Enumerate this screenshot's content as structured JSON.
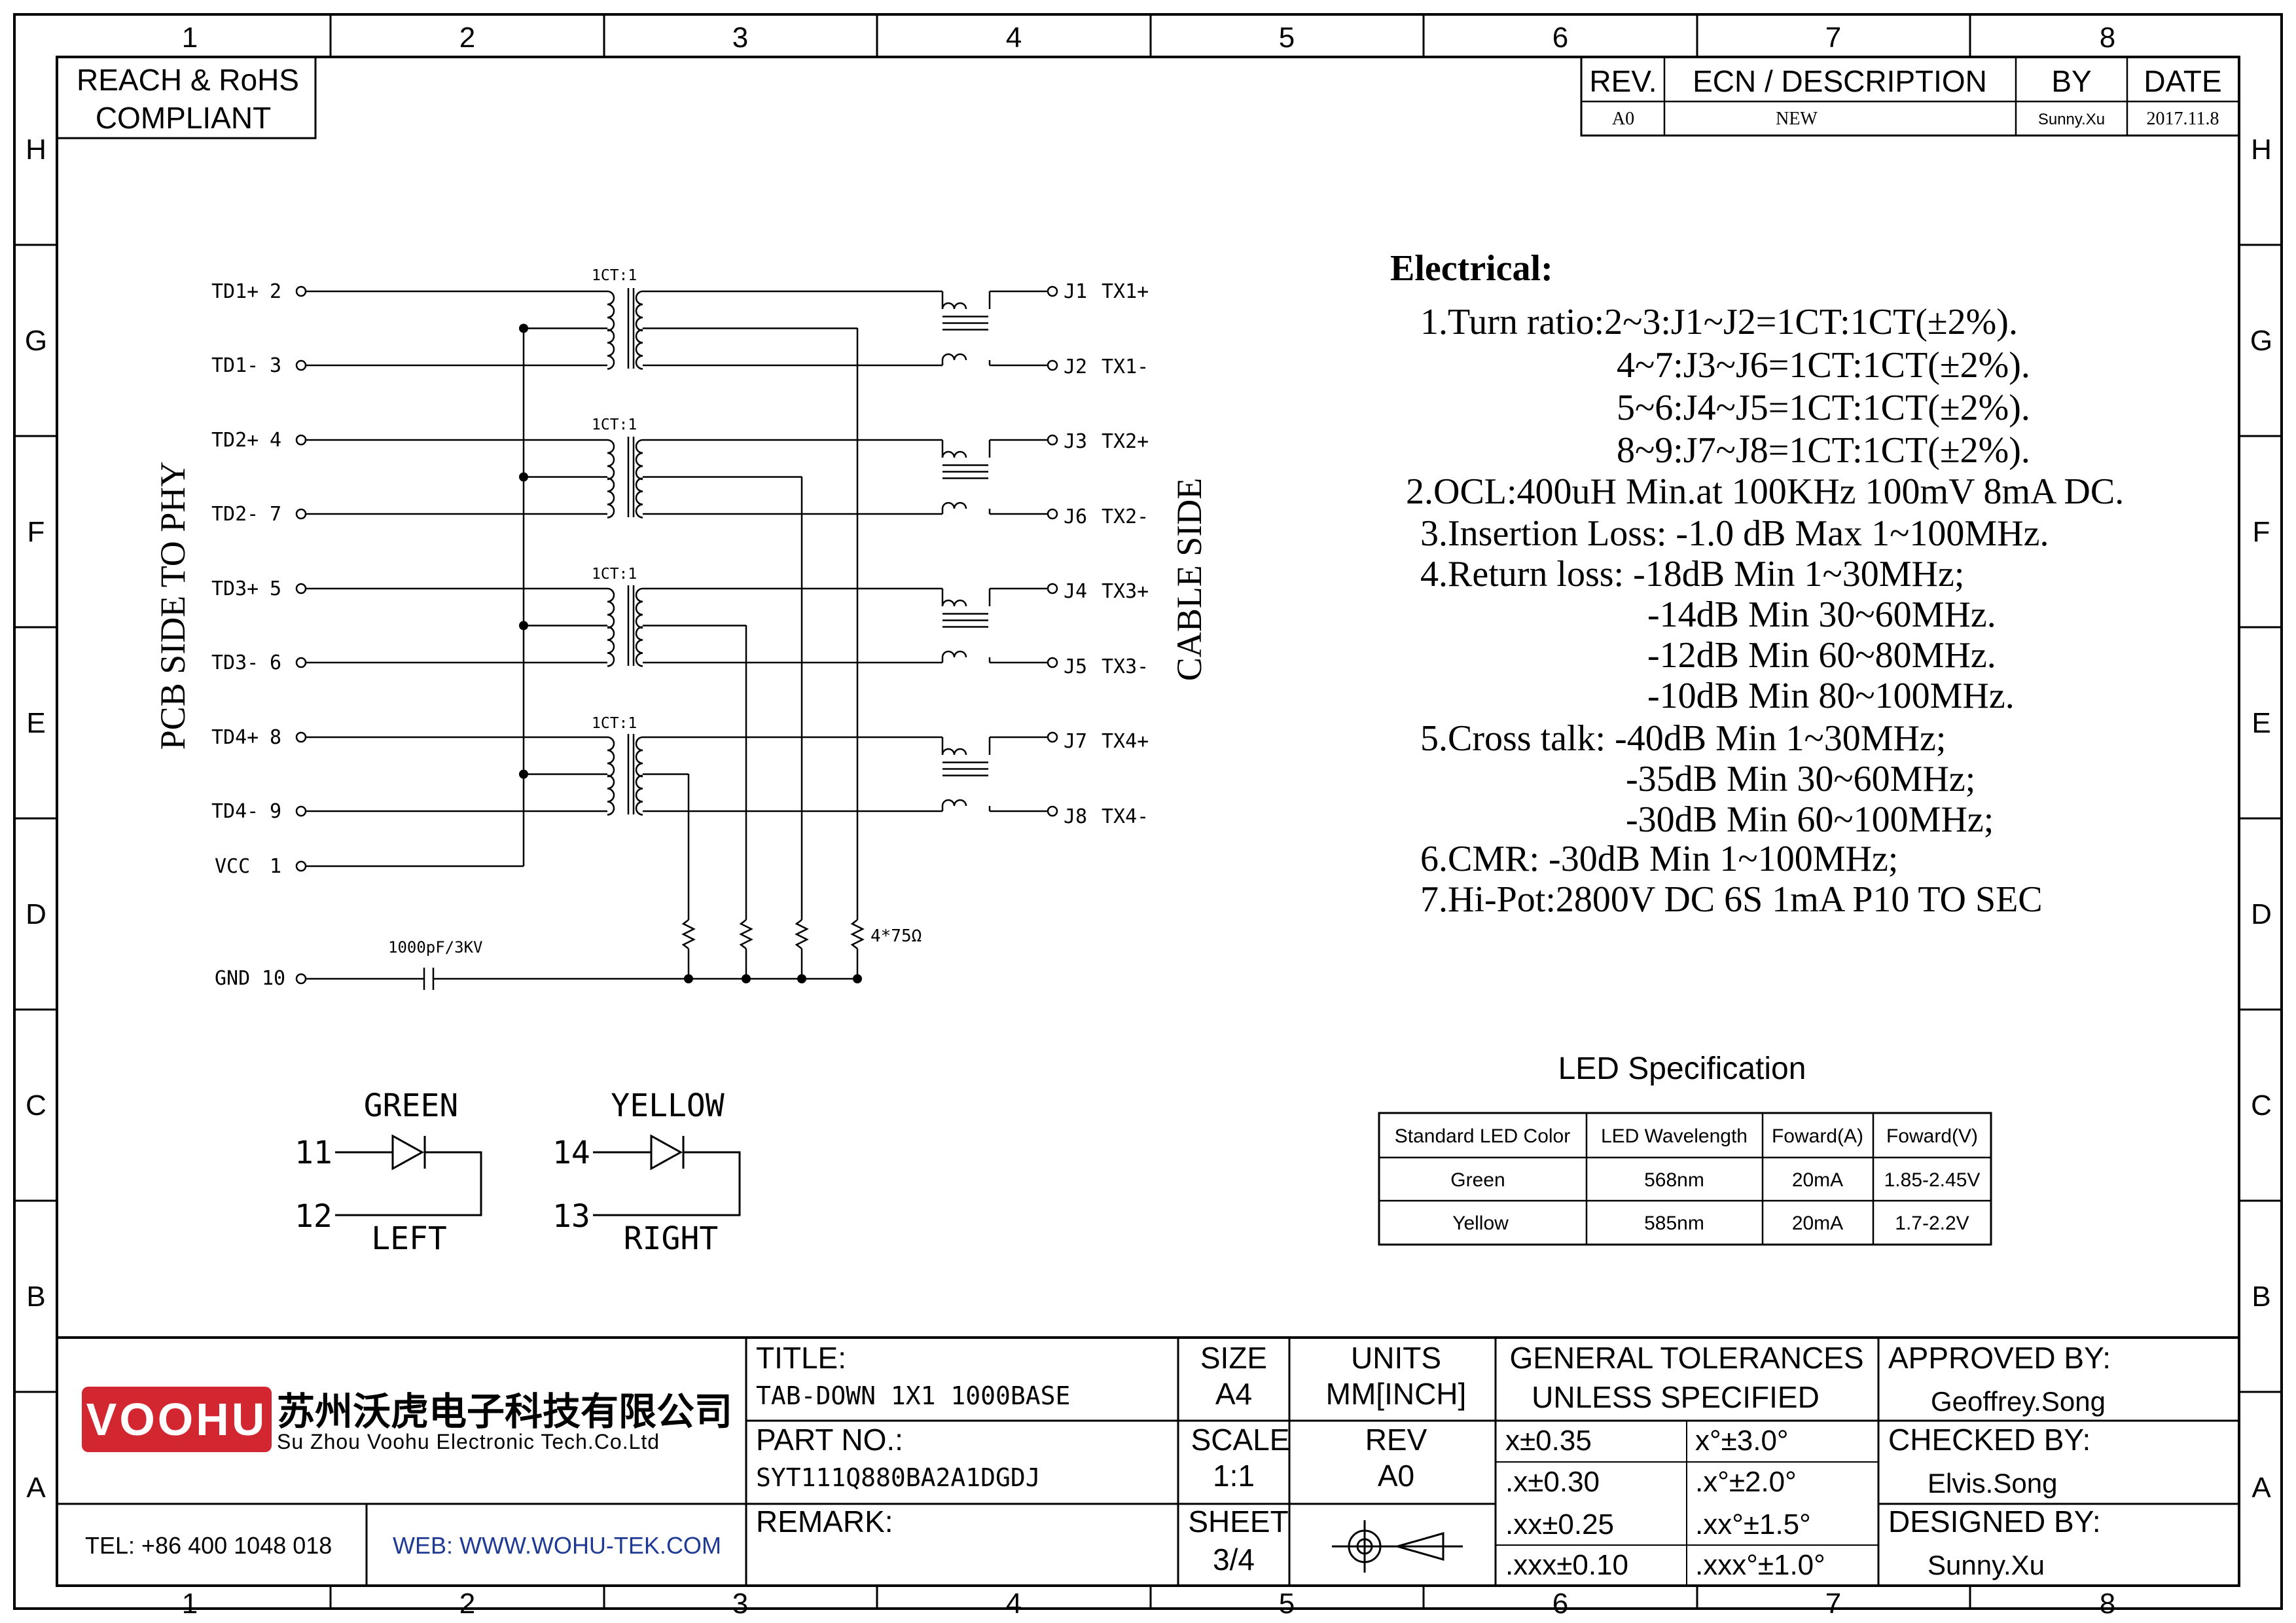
{
  "compliance": {
    "line1": "REACH & RoHS",
    "line2": "COMPLIANT"
  },
  "grid": {
    "columns": [
      "1",
      "2",
      "3",
      "4",
      "5",
      "6",
      "7",
      "8"
    ],
    "rows": [
      "H",
      "G",
      "F",
      "E",
      "D",
      "C",
      "B",
      "A"
    ]
  },
  "revision": {
    "headers": {
      "rev": "REV.",
      "desc": "ECN / DESCRIPTION",
      "by": "BY",
      "date": "DATE"
    },
    "row": {
      "rev": "A0",
      "desc": "NEW",
      "by": "Sunny.Xu",
      "date": "2017.11.8"
    }
  },
  "schematic": {
    "left_label": "PCB SIDE TO PHY",
    "right_label": "CABLE SIDE",
    "ct_label": "1CT:1",
    "left_pins": [
      {
        "name": "TD1+",
        "num": "2"
      },
      {
        "name": "TD1-",
        "num": "3"
      },
      {
        "name": "TD2+",
        "num": "4"
      },
      {
        "name": "TD2-",
        "num": "7"
      },
      {
        "name": "TD3+",
        "num": "5"
      },
      {
        "name": "TD3-",
        "num": "6"
      },
      {
        "name": "TD4+",
        "num": "8"
      },
      {
        "name": "TD4-",
        "num": "9"
      },
      {
        "name": "VCC",
        "num": "1"
      },
      {
        "name": "GND",
        "num": "10"
      }
    ],
    "right_pins": [
      {
        "pin": "J1",
        "name": "TX1+"
      },
      {
        "pin": "J2",
        "name": "TX1-"
      },
      {
        "pin": "J3",
        "name": "TX2+"
      },
      {
        "pin": "J6",
        "name": "TX2-"
      },
      {
        "pin": "J4",
        "name": "TX3+"
      },
      {
        "pin": "J5",
        "name": "TX3-"
      },
      {
        "pin": "J7",
        "name": "TX4+"
      },
      {
        "pin": "J8",
        "name": "TX4-"
      }
    ],
    "capacitor": "1000pF/3KV",
    "resistors": "4*75Ω"
  },
  "leds": {
    "green": {
      "title": "GREEN",
      "pin_a": "11",
      "pin_b": "12",
      "side": "LEFT"
    },
    "yellow": {
      "title": "YELLOW",
      "pin_a": "14",
      "pin_b": "13",
      "side": "RIGHT"
    }
  },
  "electrical": {
    "title": "Electrical:",
    "lines": [
      "1.Turn ratio:2~3:J1~J2=1CT:1CT(±2%).",
      "4~7:J3~J6=1CT:1CT(±2%).",
      "5~6:J4~J5=1CT:1CT(±2%).",
      "8~9:J7~J8=1CT:1CT(±2%).",
      "2.OCL:400uH Min.at 100KHz 100mV 8mA DC.",
      "3.Insertion Loss: -1.0 dB Max 1~100MHz.",
      "4.Return loss: -18dB Min 1~30MHz;",
      "-14dB Min 30~60MHz.",
      "-12dB Min 60~80MHz.",
      "-10dB Min 80~100MHz.",
      "5.Cross talk: -40dB Min 1~30MHz;",
      "-35dB Min 30~60MHz;",
      "-30dB Min 60~100MHz;",
      "6.CMR: -30dB Min 1~100MHz;",
      "7.Hi-Pot:2800V DC 6S 1mA P10 TO SEC"
    ]
  },
  "led_spec": {
    "title": "LED Specification",
    "headers": [
      "Standard LED Color",
      "LED Wavelength",
      "Foward(A)",
      "Foward(V)"
    ],
    "rows": [
      [
        "Green",
        "568nm",
        "20mA",
        "1.85-2.45V"
      ],
      [
        "Yellow",
        "585nm",
        "20mA",
        "1.7-2.2V"
      ]
    ]
  },
  "title_block": {
    "logo": "VOOHU",
    "company_cn": "苏州沃虎电子科技有限公司",
    "company_en": "Su Zhou Voohu Electronic Tech.Co.Ltd",
    "tel": "TEL: +86 400 1048 018",
    "web": "WEB: WWW.WOHU-TEK.COM",
    "title_label": "TITLE:",
    "title_value": "TAB-DOWN 1X1 1000BASE",
    "part_label": "PART NO.:",
    "part_value": "SYT111Q880BA2A1DGDJ",
    "remark_label": "REMARK:",
    "size_label": "SIZE",
    "size_value": "A4",
    "scale_label": "SCALE",
    "scale_value": "1:1",
    "sheet_label": "SHEET",
    "sheet_value": "3/4",
    "units_label": "UNITS",
    "units_value": "MM[INCH]",
    "rev_label": "REV",
    "rev_value": "A0",
    "tol_title_1": "GENERAL TOLERANCES",
    "tol_title_2": "UNLESS SPECIFIED",
    "tolerances": [
      [
        "x±0.35",
        "x°±3.0°"
      ],
      [
        ".x±0.30",
        ".x°±2.0°"
      ],
      [
        ".xx±0.25",
        ".xx°±1.5°"
      ],
      [
        ".xxx±0.10",
        ".xxx°±1.0°"
      ]
    ],
    "approved_label": "APPROVED BY:",
    "approved_value": "Geoffrey.Song",
    "checked_label": "CHECKED BY:",
    "checked_value": "Elvis.Song",
    "designed_label": "DESIGNED BY:",
    "designed_value": "Sunny.Xu"
  },
  "colors": {
    "logo_red": "#d22630",
    "web_blue": "#1f3a93"
  }
}
